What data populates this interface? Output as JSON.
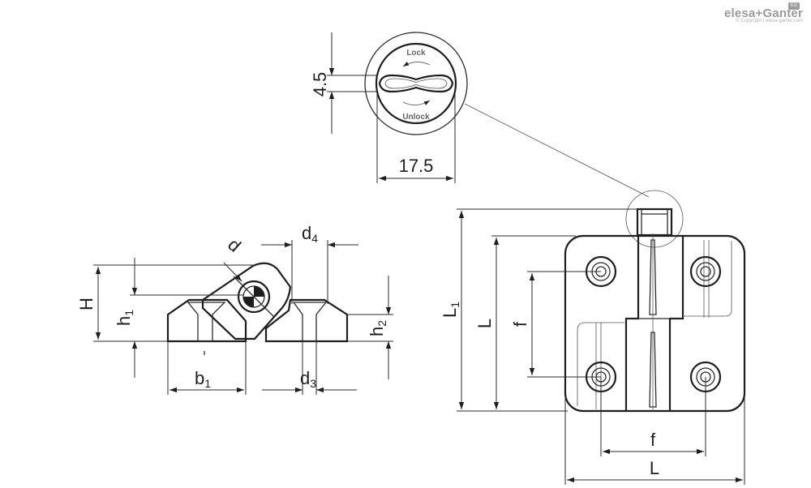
{
  "brand": {
    "name": "elesa+Ganter",
    "copyright": "© Copyright | elesa-ganter.com",
    "badge": "EG"
  },
  "detail": {
    "lock_label": "Lock",
    "unlock_label": "Unlock",
    "dim_height": "4.5",
    "dim_width": "17.5"
  },
  "side_view": {
    "H": "H",
    "h1_base": "h",
    "h1_sub": "1",
    "h2_base": "h",
    "h2_sub": "2",
    "b1_base": "b",
    "b1_sub": "1",
    "d": "d",
    "d3_base": "d",
    "d3_sub": "3",
    "d4_base": "d",
    "d4_sub": "4"
  },
  "front_view": {
    "L1_base": "L",
    "L1_sub": "1",
    "L_vertical": "L",
    "f_vertical": "f",
    "f_horizontal": "f",
    "L_horizontal": "L"
  }
}
